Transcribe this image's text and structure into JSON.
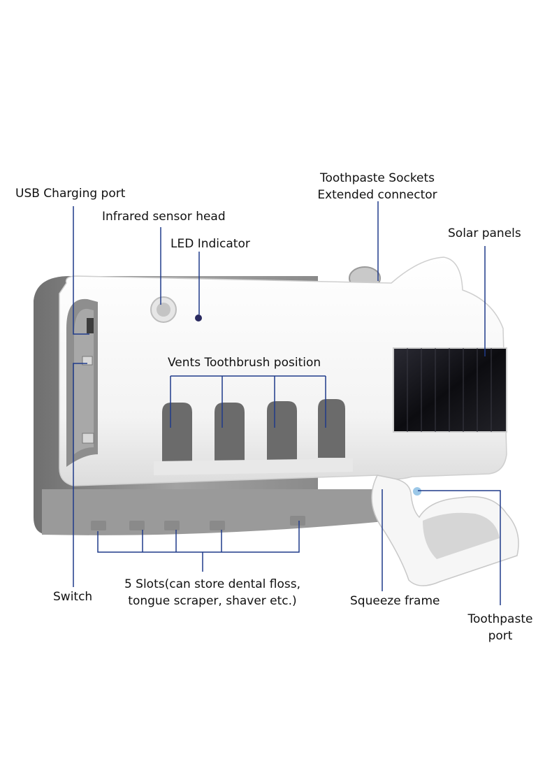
{
  "labels": {
    "usb_charging_port": "USB Charging port",
    "infrared_sensor_head": "Infrared sensor head",
    "led_indicator": "LED Indicator",
    "toothpaste_sockets_line1": "Toothpaste Sockets",
    "toothpaste_sockets_line2": "Extended connector",
    "solar_panels": "Solar panels",
    "vents_toothbrush_position": "Vents Toothbrush position",
    "switch": "Switch",
    "slots_line1": "5 Slots(can store dental floss,",
    "slots_line2": "tongue scraper, shaver etc.)",
    "squeeze_frame": "Squeeze frame",
    "toothpaste_port_line1": "Toothpaste",
    "toothpaste_port_line2": "port"
  },
  "colors": {
    "callout_line": "#1f3a8a",
    "device_body": "#f4f4f4",
    "device_back": "#8c8c8c",
    "solar_panel": "#0c0c10"
  }
}
